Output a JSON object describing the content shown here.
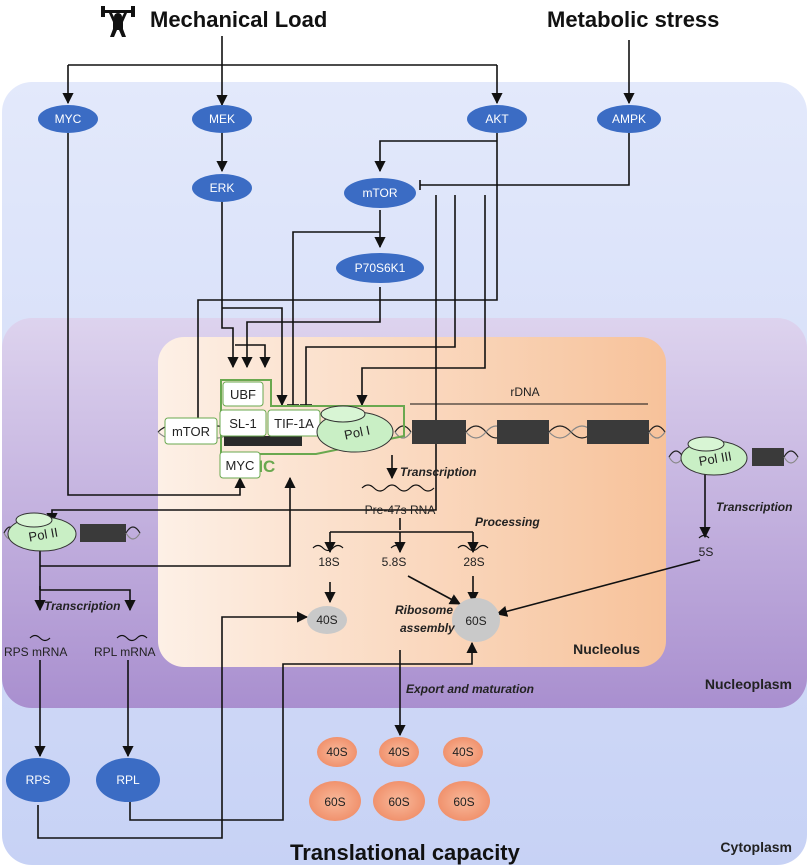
{
  "titles": {
    "mechanical_load": "Mechanical Load",
    "metabolic_stress": "Metabolic stress",
    "translational_capacity": "Translational capacity"
  },
  "regions": {
    "cytoplasm": "Cytoplasm",
    "nucleoplasm": "Nucleoplasm",
    "nucleolus": "Nucleolus"
  },
  "nodes": {
    "myc": "MYC",
    "mek": "MEK",
    "akt": "AKT",
    "ampk": "AMPK",
    "erk": "ERK",
    "mtor": "mTOR",
    "p70s6k1": "P70S6K1",
    "rps": "RPS",
    "rpl": "RPL"
  },
  "pic": {
    "label": "PIC",
    "ubf": "UBF",
    "sl1": "SL-1",
    "tif1a": "TIF-1A",
    "mtor_box": "mTOR",
    "myc_box": "MYC",
    "pol_i": "Pol I"
  },
  "polymerases": {
    "pol_ii": "Pol II",
    "pol_iii": "Pol III"
  },
  "labels": {
    "rdna": "rDNA",
    "transcription_pol1": "Transcription",
    "transcription_pol2": "Transcription",
    "transcription_pol3": "Transcription",
    "pre47s": "Pre-47s RNA",
    "processing": "Processing",
    "r18s": "18S",
    "r58s": "5.8S",
    "r28s": "28S",
    "r5s": "5S",
    "r40s": "40S",
    "r60s": "60S",
    "ribosome_assembly_1": "Ribosome",
    "ribosome_assembly_2": "assembly",
    "export_maturation": "Export and maturation",
    "rps_mrna": "RPS mRNA",
    "rpl_mrna": "RPL mRNA"
  },
  "ribosomes": {
    "top": [
      "40S",
      "40S",
      "40S"
    ],
    "bottom": [
      "60S",
      "60S",
      "60S"
    ]
  }
}
